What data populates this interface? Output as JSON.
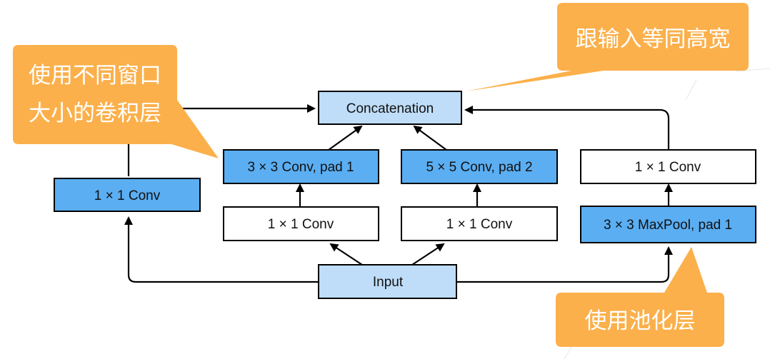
{
  "colors": {
    "dark_blue_fill": "#5BAEF2",
    "light_blue_fill": "#BFDDF8",
    "white_fill": "#FFFFFF",
    "callout_orange": "#FBB04B",
    "stroke": "#000000"
  },
  "nodes": {
    "concat": "Concatenation",
    "input": "Input",
    "p1_conv1": "1 × 1 Conv",
    "p2_conv1": "1 × 1 Conv",
    "p2_conv3": "3 × 3 Conv, pad 1",
    "p3_conv1": "1 × 1 Conv",
    "p3_conv5": "5 × 5 Conv, pad 2",
    "p4_pool": "3 × 3 MaxPool, pad 1",
    "p4_conv1": "1 × 1 Conv"
  },
  "callouts": {
    "same_size": [
      "跟输入等同高宽"
    ],
    "kernels": [
      "使用不同窗口",
      "大小的卷积层"
    ],
    "pooling": [
      "使用池化层"
    ]
  }
}
